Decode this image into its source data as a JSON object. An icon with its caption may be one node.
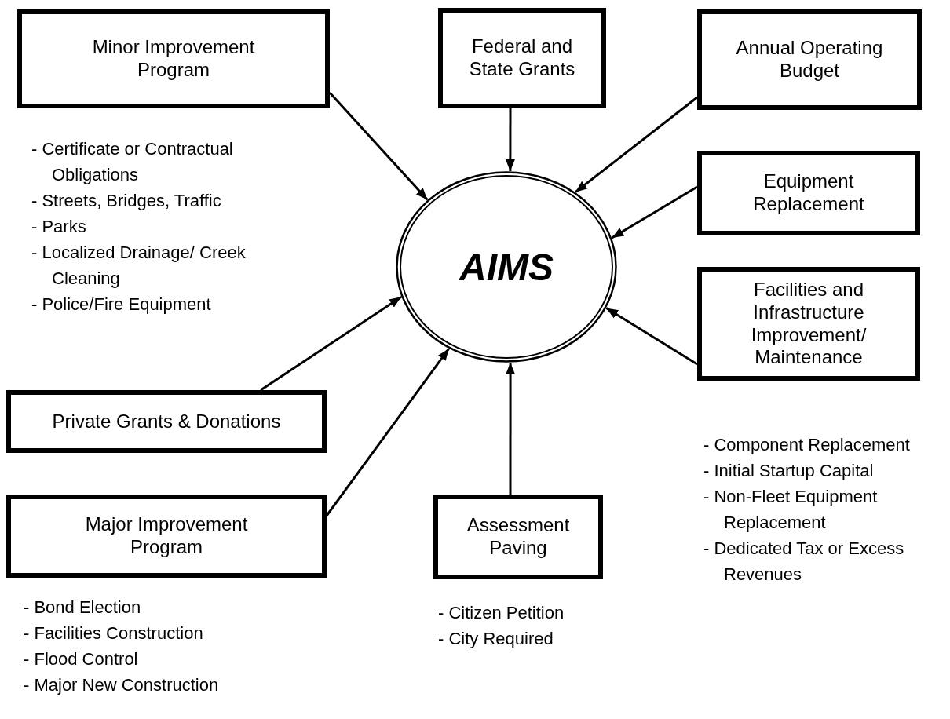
{
  "diagram": {
    "nodes": [
      {
        "text": [
          "Minor Improvement Program"
        ],
        "beside": [
          "- Certificate or Contractual Obligations",
          "- Streets, Bridges, Traffic",
          "- Parks",
          "- Localized Drainage/ Creek Cleaning",
          "- Police/Fire Equipment"
        ]
      },
      {
        "text": [
          "Federal and State Grants"
        ]
      },
      {
        "text": [
          "Annual Operating Budget"
        ]
      },
      {
        "text": [
          "Equipment Replacement"
        ]
      },
      {
        "text": [
          "AIMS"
        ]
      },
      {
        "text": [
          "Facilities and Infrastructure Improvement/ Maintenance"
        ],
        "beside": [
          "- Component Replacement",
          "- Initial Startup Capital",
          "- Non-Fleet Equipment Replacement",
          "- Dedicated Tax or Excess Revenues"
        ]
      },
      {
        "text": [
          "Private Grants & Donations"
        ]
      },
      {
        "text": [
          "Major Improvement Program"
        ],
        "beside": [
          "- Bond Election",
          "- Facilities Construction",
          "- Flood Control",
          "- Major New Construction"
        ]
      },
      {
        "text": [
          "Assessment Paving"
        ],
        "beside": [
          "- Citizen Petition",
          "- City Required"
        ]
      }
    ],
    "edges": [
      {
        "from": 0,
        "to": 4,
        "arrow": "to"
      },
      {
        "from": 1,
        "to": 4,
        "arrow": "to"
      },
      {
        "from": 2,
        "to": 4,
        "arrow": "to"
      },
      {
        "from": 3,
        "to": 4,
        "arrow": "to"
      },
      {
        "from": 5,
        "to": 4,
        "arrow": "to"
      },
      {
        "from": 6,
        "to": 4,
        "arrow": "to"
      },
      {
        "from": 7,
        "to": 4,
        "arrow": "to"
      },
      {
        "from": 8,
        "to": 4,
        "arrow": "to"
      }
    ]
  }
}
